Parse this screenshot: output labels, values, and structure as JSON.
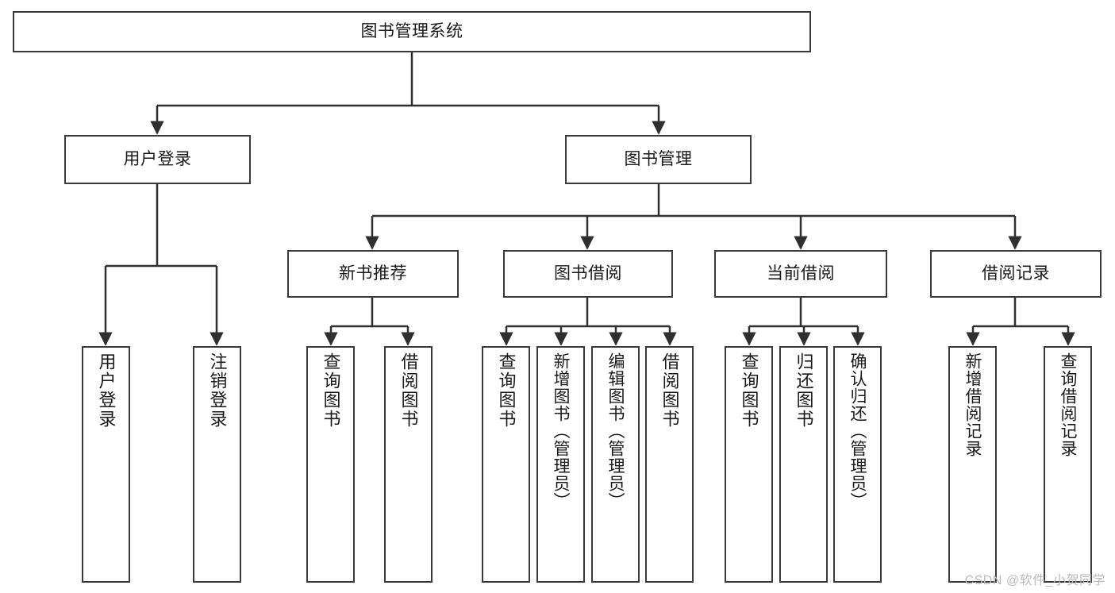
{
  "diagram": {
    "title": "图书管理系统",
    "type": "tree",
    "watermark": "CSDN @软件_小贺同学",
    "root": {
      "id": "root",
      "label": "图书管理系统",
      "orientation": "horizontal"
    },
    "level1": [
      {
        "id": "user-login",
        "label": "用户登录",
        "orientation": "horizontal"
      },
      {
        "id": "book-manage",
        "label": "图书管理",
        "orientation": "horizontal"
      }
    ],
    "level2": [
      {
        "id": "new-book-recommend",
        "label": "新书推荐",
        "orientation": "horizontal",
        "parent": "book-manage"
      },
      {
        "id": "book-borrow",
        "label": "图书借阅",
        "orientation": "horizontal",
        "parent": "book-manage"
      },
      {
        "id": "current-borrow",
        "label": "当前借阅",
        "orientation": "horizontal",
        "parent": "book-manage"
      },
      {
        "id": "borrow-record",
        "label": "借阅记录",
        "orientation": "horizontal",
        "parent": "book-manage"
      }
    ],
    "leaves": [
      {
        "id": "leaf-user-login",
        "label": "用户登录",
        "orientation": "vertical",
        "parent": "user-login"
      },
      {
        "id": "leaf-user-logout",
        "label": "注销登录",
        "orientation": "vertical",
        "parent": "user-login"
      },
      {
        "id": "leaf-query-book-1",
        "label": "查询图书",
        "orientation": "vertical",
        "parent": "new-book-recommend"
      },
      {
        "id": "leaf-borrow-book-1",
        "label": "借阅图书",
        "orientation": "vertical",
        "parent": "new-book-recommend"
      },
      {
        "id": "leaf-query-book-2",
        "label": "查询图书",
        "orientation": "vertical",
        "parent": "book-borrow"
      },
      {
        "id": "leaf-add-book",
        "label": "新增图书（管理员）",
        "orientation": "vertical",
        "parent": "book-borrow"
      },
      {
        "id": "leaf-edit-book",
        "label": "编辑图书（管理员）",
        "orientation": "vertical",
        "parent": "book-borrow"
      },
      {
        "id": "leaf-borrow-book-2",
        "label": "借阅图书",
        "orientation": "vertical",
        "parent": "book-borrow"
      },
      {
        "id": "leaf-query-book-3",
        "label": "查询图书",
        "orientation": "vertical",
        "parent": "current-borrow"
      },
      {
        "id": "leaf-return-book",
        "label": "归还图书",
        "orientation": "vertical",
        "parent": "current-borrow"
      },
      {
        "id": "leaf-confirm-return",
        "label": "确认归还（管理员）",
        "orientation": "vertical",
        "parent": "current-borrow"
      },
      {
        "id": "leaf-add-record",
        "label": "新增借阅记录",
        "orientation": "vertical",
        "parent": "borrow-record"
      },
      {
        "id": "leaf-query-record",
        "label": "查询借阅记录",
        "orientation": "vertical",
        "parent": "borrow-record"
      }
    ],
    "colors": {
      "border": "#3a3a3a",
      "edge": "#2f2f2f",
      "background": "#ffffff",
      "text": "#1a1a1a",
      "watermark": "#b9b9b9"
    }
  }
}
